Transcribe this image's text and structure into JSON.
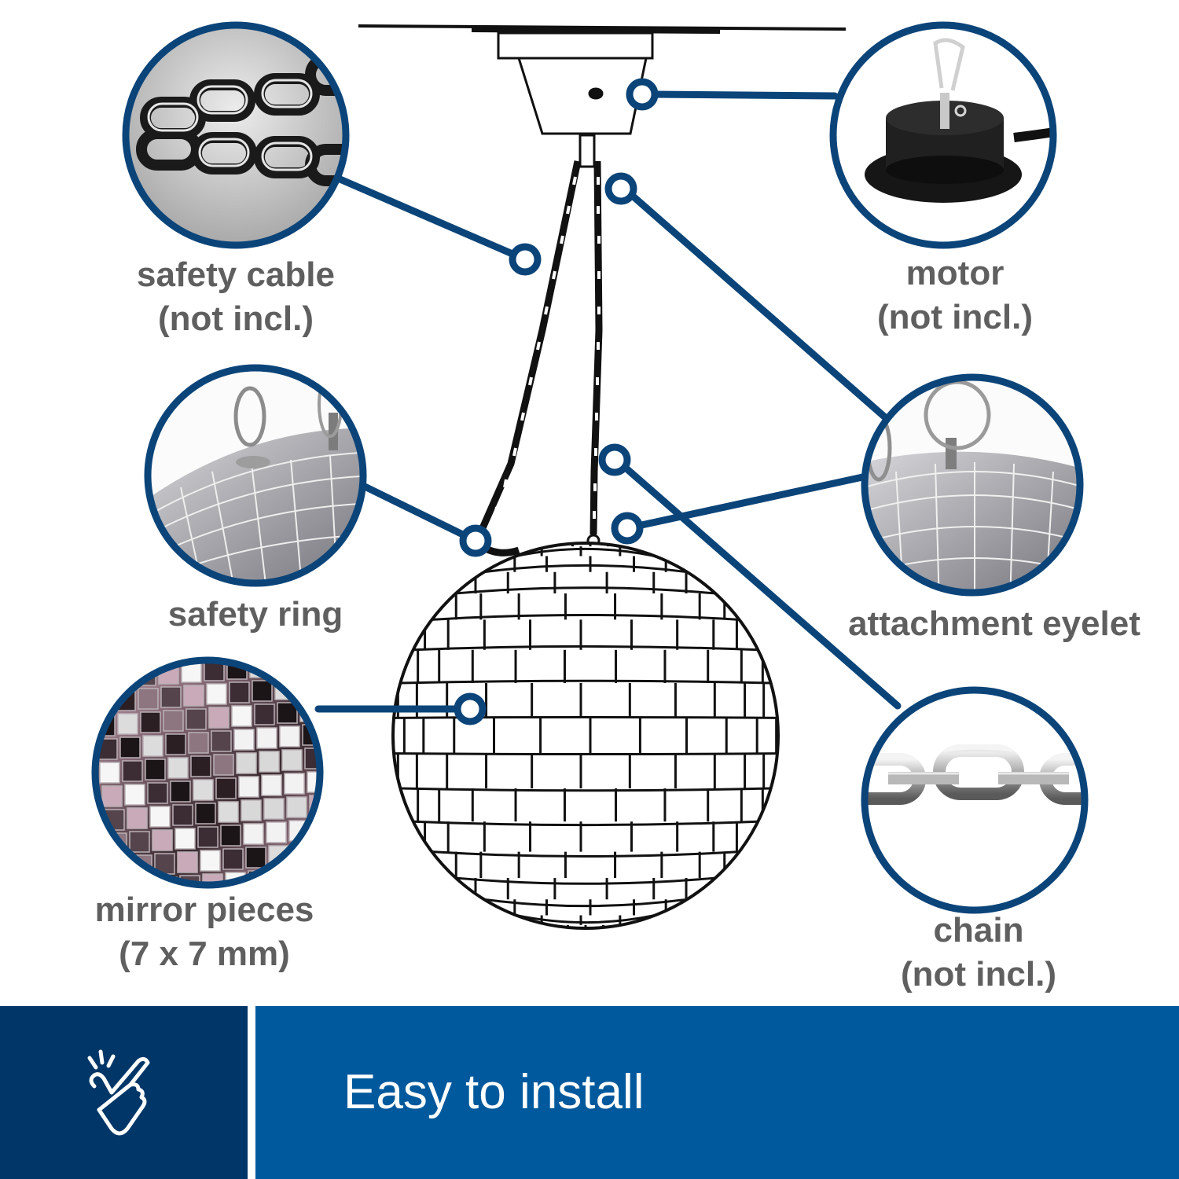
{
  "colors": {
    "accent_navy": "#0b4479",
    "label_gray": "#5f5f5f",
    "footer_left_bg": "#013668",
    "footer_right_bg": "#00599c",
    "footer_text": "#ffffff"
  },
  "callouts": [
    {
      "id": "safety-cable",
      "title": "safety cable",
      "subtitle": "(not incl.)",
      "icon": "dark-chain-photo"
    },
    {
      "id": "motor",
      "title": "motor",
      "subtitle": "(not incl.)",
      "icon": "motor-photo"
    },
    {
      "id": "safety-ring",
      "title": "safety ring",
      "subtitle": "",
      "icon": "safety-ring-photo"
    },
    {
      "id": "attachment-eyelet",
      "title": "attachment eyelet",
      "subtitle": "",
      "icon": "eyelet-photo"
    },
    {
      "id": "mirror-pieces",
      "title": "mirror pieces",
      "subtitle": "(7 x 7 mm)",
      "icon": "mirror-tiles-photo"
    },
    {
      "id": "chain",
      "title": "chain",
      "subtitle": "(not incl.)",
      "icon": "silver-chain-photo"
    }
  ],
  "footer": {
    "icon": "snap-fingers-icon",
    "title": "Easy to install"
  }
}
